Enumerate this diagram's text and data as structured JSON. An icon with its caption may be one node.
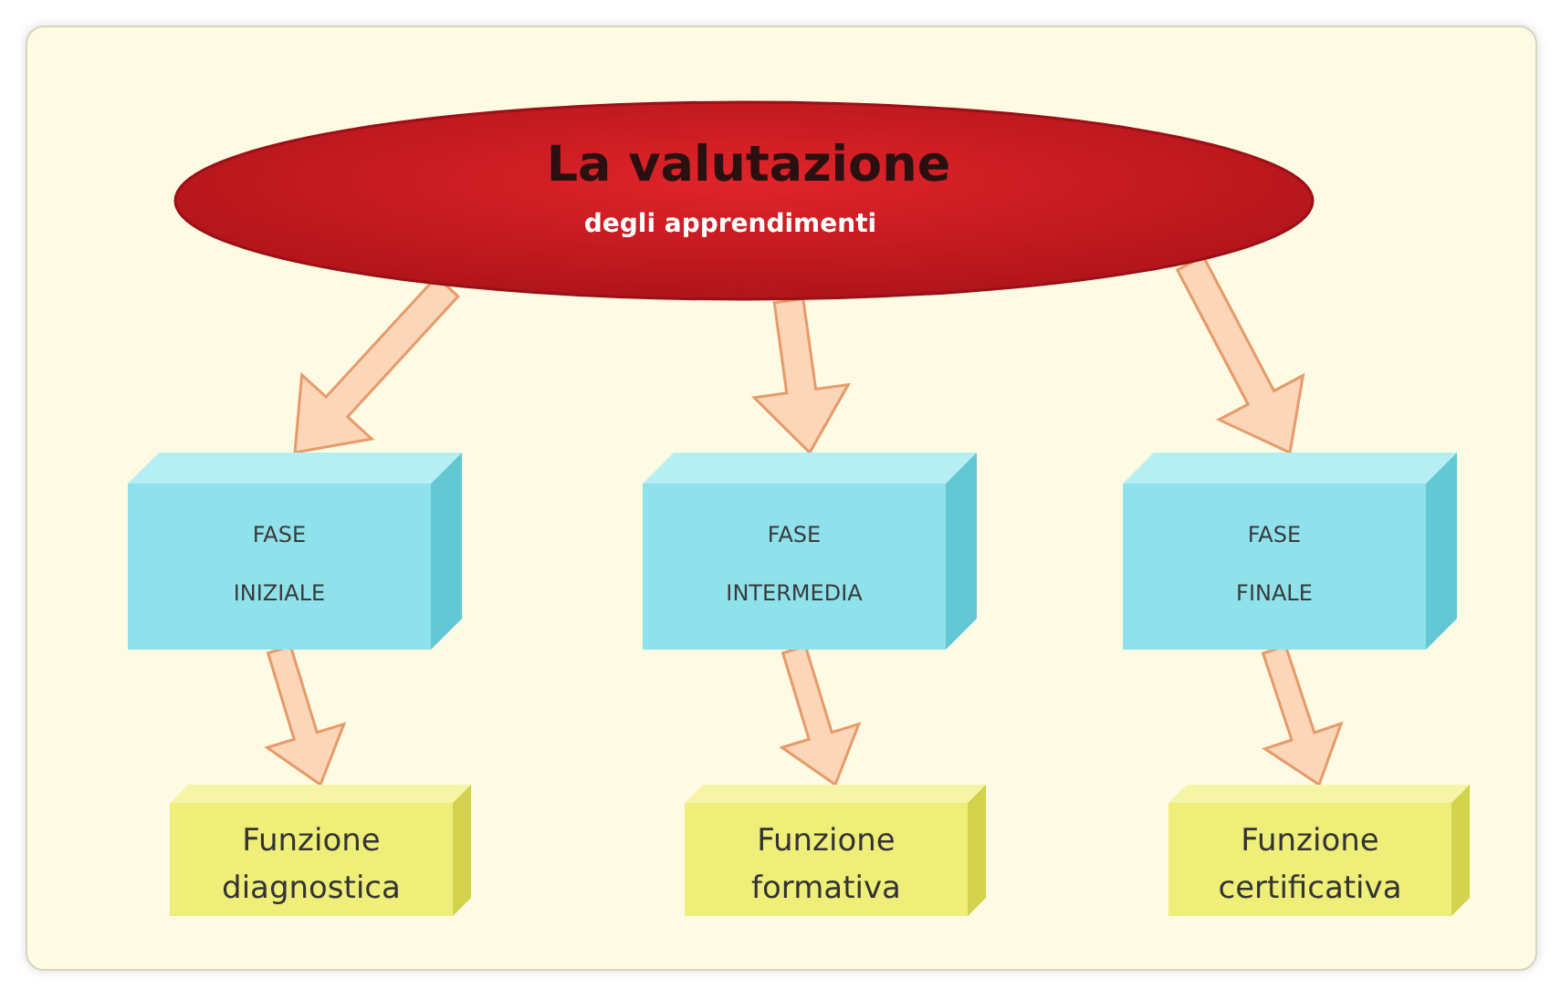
{
  "diagram": {
    "nodes": [
      {
        "text": [
          "La valutazione",
          "degli apprendimenti"
        ]
      },
      {
        "text": [
          "FASE INIZIALE"
        ]
      },
      {
        "text": [
          "FASE INTERMEDIA"
        ]
      },
      {
        "text": [
          "FASE FINALE"
        ]
      },
      {
        "text": [
          "Funzione diagnostica"
        ]
      },
      {
        "text": [
          "Funzione formativa"
        ]
      },
      {
        "text": [
          "Funzione certificativa"
        ]
      }
    ],
    "edges": [
      {
        "from": 0,
        "to": 1,
        "arrow": "to"
      },
      {
        "from": 0,
        "to": 2,
        "arrow": "to"
      },
      {
        "from": 0,
        "to": 3,
        "arrow": "to"
      },
      {
        "from": 1,
        "to": 4,
        "arrow": "to"
      },
      {
        "from": 2,
        "to": 5,
        "arrow": "to"
      },
      {
        "from": 3,
        "to": 6,
        "arrow": "to"
      }
    ]
  }
}
